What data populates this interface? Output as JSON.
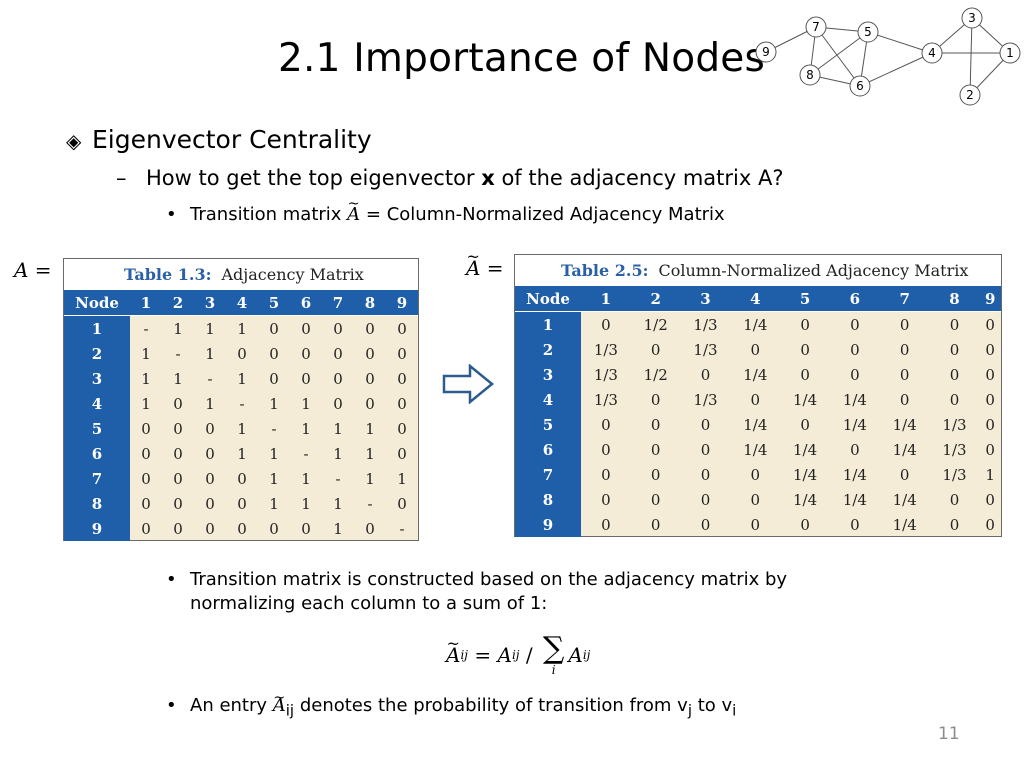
{
  "slide": {
    "title": "2.1 Importance of Nodes",
    "page_number": "11"
  },
  "graph": {
    "nodes": [
      "1",
      "2",
      "3",
      "4",
      "5",
      "6",
      "7",
      "8",
      "9"
    ]
  },
  "bullets": {
    "level1": "Eigenvector Centrality",
    "level2_pre": "How to get the top eigenvector ",
    "level2_bold": "x",
    "level2_post": " of the adjacency matrix A?",
    "level3_pre": "Transition matrix ",
    "level3_sym": "A",
    "level3_post": " = Column-Normalized Adjacency Matrix",
    "construct_line1": "Transition matrix is constructed based on the adjacency matrix by",
    "construct_line2": "normalizing each column to a sum of 1:",
    "entry_pre": "An entry ",
    "entry_sym": "A",
    "entry_sub": "ij",
    "entry_mid": " denotes the probability of transition from v",
    "entry_sub_j": "j",
    "entry_to": " to v",
    "entry_sub_i": "i"
  },
  "labels": {
    "a_eq_sym": "A",
    "a_eq": " =",
    "atilde_eq_sym": "A",
    "atilde_eq": " ="
  },
  "formula": {
    "lhs": "A",
    "lhs_sub": "ij",
    "eq": " = ",
    "a": "A",
    "a_sub": "ij",
    "slash": " / ",
    "sum": "∑",
    "sum_idx": "i",
    "b": "A",
    "b_sub": "ij"
  },
  "table_adjacency": {
    "caption_num": "Table 1.3:",
    "caption_text": "Adjacency Matrix",
    "header": [
      "Node",
      "1",
      "2",
      "3",
      "4",
      "5",
      "6",
      "7",
      "8",
      "9"
    ],
    "rows": [
      [
        "1",
        "-",
        "1",
        "1",
        "1",
        "0",
        "0",
        "0",
        "0",
        "0"
      ],
      [
        "2",
        "1",
        "-",
        "1",
        "0",
        "0",
        "0",
        "0",
        "0",
        "0"
      ],
      [
        "3",
        "1",
        "1",
        "-",
        "1",
        "0",
        "0",
        "0",
        "0",
        "0"
      ],
      [
        "4",
        "1",
        "0",
        "1",
        "-",
        "1",
        "1",
        "0",
        "0",
        "0"
      ],
      [
        "5",
        "0",
        "0",
        "0",
        "1",
        "-",
        "1",
        "1",
        "1",
        "0"
      ],
      [
        "6",
        "0",
        "0",
        "0",
        "1",
        "1",
        "-",
        "1",
        "1",
        "0"
      ],
      [
        "7",
        "0",
        "0",
        "0",
        "0",
        "1",
        "1",
        "-",
        "1",
        "1"
      ],
      [
        "8",
        "0",
        "0",
        "0",
        "0",
        "1",
        "1",
        "1",
        "-",
        "0"
      ],
      [
        "9",
        "0",
        "0",
        "0",
        "0",
        "0",
        "0",
        "1",
        "0",
        "-"
      ]
    ]
  },
  "table_normalized": {
    "caption_num": "Table 2.5:",
    "caption_text": "Column-Normalized Adjacency Matrix",
    "header": [
      "Node",
      "1",
      "2",
      "3",
      "4",
      "5",
      "6",
      "7",
      "8",
      "9"
    ],
    "rows": [
      [
        "1",
        "0",
        "1/2",
        "1/3",
        "1/4",
        "0",
        "0",
        "0",
        "0",
        "0"
      ],
      [
        "2",
        "1/3",
        "0",
        "1/3",
        "0",
        "0",
        "0",
        "0",
        "0",
        "0"
      ],
      [
        "3",
        "1/3",
        "1/2",
        "0",
        "1/4",
        "0",
        "0",
        "0",
        "0",
        "0"
      ],
      [
        "4",
        "1/3",
        "0",
        "1/3",
        "0",
        "1/4",
        "1/4",
        "0",
        "0",
        "0"
      ],
      [
        "5",
        "0",
        "0",
        "0",
        "1/4",
        "0",
        "1/4",
        "1/4",
        "1/3",
        "0"
      ],
      [
        "6",
        "0",
        "0",
        "0",
        "1/4",
        "1/4",
        "0",
        "1/4",
        "1/3",
        "0"
      ],
      [
        "7",
        "0",
        "0",
        "0",
        "0",
        "1/4",
        "1/4",
        "0",
        "1/3",
        "1"
      ],
      [
        "8",
        "0",
        "0",
        "0",
        "0",
        "1/4",
        "1/4",
        "1/4",
        "0",
        "0"
      ],
      [
        "9",
        "0",
        "0",
        "0",
        "0",
        "0",
        "0",
        "1/4",
        "0",
        "0"
      ]
    ]
  },
  "colors": {
    "table_header": "#1f5ea8",
    "table_body": "#f4ecd6",
    "caption_blue": "#2a60a8",
    "arrow": "#2e5b8e"
  },
  "icons": {
    "bullet1": "diamond-bullet-icon",
    "transform": "right-arrow-icon"
  }
}
